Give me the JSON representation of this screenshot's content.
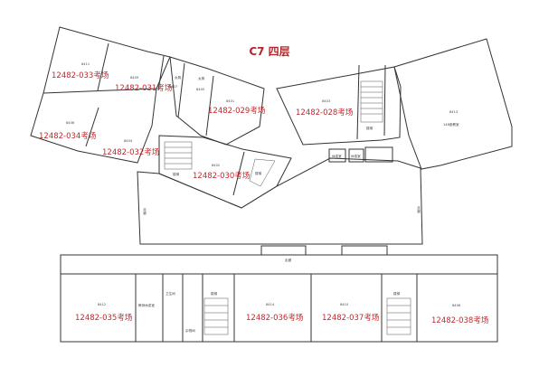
{
  "title": "C7 四层",
  "colors": {
    "exam_label": "#c0282d",
    "title": "#b3262b",
    "wall": "#333333"
  },
  "exam_rooms": [
    "12482-033考场",
    "12482-031考场",
    "12482-029考场",
    "12482-028考场",
    "12482-034考场",
    "12482-032考场",
    "12482-030考场",
    "12482-035考场",
    "12482-036考场",
    "12482-037考场",
    "12482-038考场"
  ],
  "room_numbers": [
    "8411",
    "8409",
    "8407",
    "8405",
    "8401",
    "8403",
    "8406",
    "8404",
    "8402",
    "8413",
    "8412",
    "8414",
    "8410",
    "8408"
  ],
  "small_labels": {
    "toilet": "女厕",
    "stair": "楼梯",
    "corridor": "走廊",
    "rest": "休息室",
    "teacher_rest": "教师休息室",
    "multi_room": "148座教室",
    "sanitation": "卫生间",
    "closet": "杂物间"
  }
}
